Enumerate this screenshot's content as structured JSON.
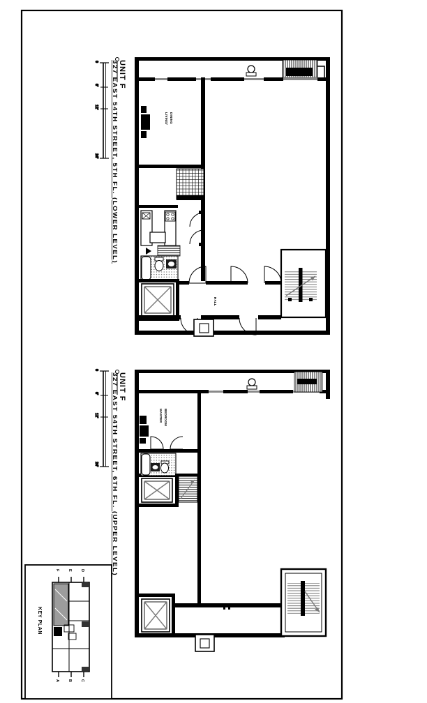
{
  "plans": [
    {
      "title": "UNIT F",
      "subtitle": "327 EAST 54TH STREET, 5TH FL. (LOWER LEVEL)",
      "room_label": [
        "LIVING/",
        "DINING"
      ],
      "hall_label": "HALL",
      "scale_ticks": [
        "0",
        "6'",
        "12'",
        "24'"
      ]
    },
    {
      "title": "UNIT F",
      "subtitle": "327 EAST 54TH STREET, 6TH FL. (UPPER LEVEL)",
      "room_label": [
        "MASTER",
        "BEDROOM"
      ],
      "scale_ticks": [
        "0",
        "6'",
        "12'",
        "24'"
      ]
    }
  ],
  "key_plan": {
    "label": "KEY PLAN",
    "top_labels": [
      "F",
      "E",
      "D"
    ],
    "bottom_labels": [
      "A",
      "B",
      "C"
    ]
  },
  "colors": {
    "ink": "#000000",
    "secondary": "#7a7a7a",
    "highlight": "#9c9c9c",
    "paper": "#ffffff"
  }
}
